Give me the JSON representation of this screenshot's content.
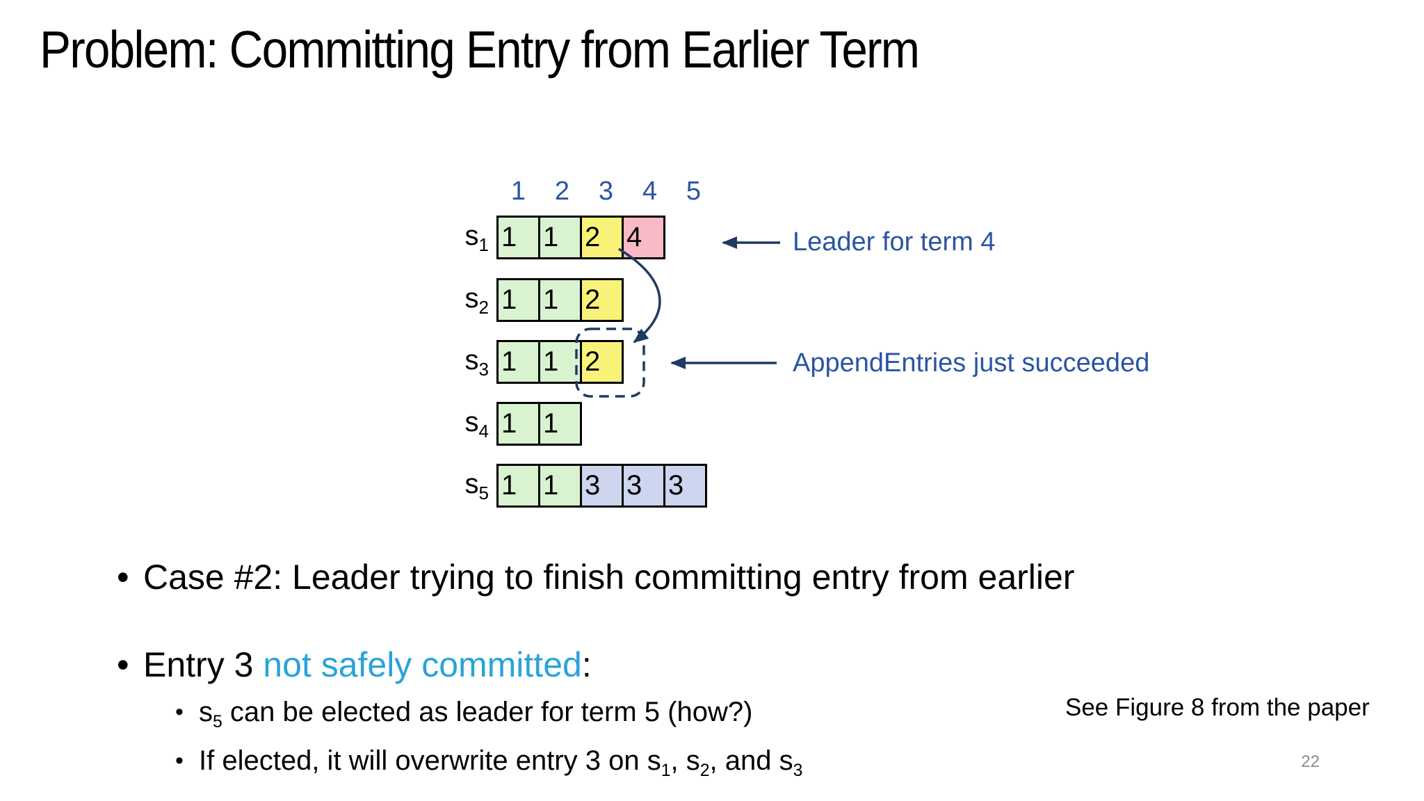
{
  "slide": {
    "title": "Problem: Committing Entry from Earlier Term",
    "page_number": "22",
    "side_note": "See Figure 8 from the paper"
  },
  "theme": {
    "annotation_blue": "#2b54a3",
    "highlight_cyan": "#29a3d9",
    "arrow_navy": "#1f3a63",
    "page_number_gray": "#8c8c8c",
    "cell_border": "#000000",
    "text_black": "#000000",
    "background": "#ffffff"
  },
  "diagram": {
    "log_indices": [
      "1",
      "2",
      "3",
      "4",
      "5"
    ],
    "colors": {
      "green": "#d9f2d0",
      "yellow": "#f8f279",
      "pink": "#f8bac5",
      "blue": "#cdd6ee"
    },
    "servers": [
      {
        "id": "s1",
        "label": "s",
        "sub": "1",
        "cells": [
          {
            "value": "1",
            "color": "green"
          },
          {
            "value": "1",
            "color": "green"
          },
          {
            "value": "2",
            "color": "yellow"
          },
          {
            "value": "4",
            "color": "pink"
          }
        ]
      },
      {
        "id": "s2",
        "label": "s",
        "sub": "2",
        "cells": [
          {
            "value": "1",
            "color": "green"
          },
          {
            "value": "1",
            "color": "green"
          },
          {
            "value": "2",
            "color": "yellow"
          }
        ]
      },
      {
        "id": "s3",
        "label": "s",
        "sub": "3",
        "highlighted_entry": 3,
        "cells": [
          {
            "value": "1",
            "color": "green"
          },
          {
            "value": "1",
            "color": "green"
          },
          {
            "value": "2",
            "color": "yellow"
          }
        ]
      },
      {
        "id": "s4",
        "label": "s",
        "sub": "4",
        "cells": [
          {
            "value": "1",
            "color": "green"
          },
          {
            "value": "1",
            "color": "green"
          }
        ]
      },
      {
        "id": "s5",
        "label": "s",
        "sub": "5",
        "cells": [
          {
            "value": "1",
            "color": "green"
          },
          {
            "value": "1",
            "color": "green"
          },
          {
            "value": "3",
            "color": "blue"
          },
          {
            "value": "3",
            "color": "blue"
          },
          {
            "value": "3",
            "color": "blue"
          }
        ]
      }
    ],
    "annotations": [
      {
        "text": "Leader for term 4"
      },
      {
        "text": "AppendEntries just succeeded"
      }
    ]
  },
  "bullets": {
    "dot": "•",
    "case2": "Case #2: Leader trying to finish committing entry from earlier",
    "entry3_prefix": "Entry 3 ",
    "entry3_highlight": "not safely committed",
    "entry3_suffix": ":",
    "sub1_server": "s",
    "sub1_server_sub": "5",
    "sub1_text": " can be elected as leader for term 5 (how?)",
    "sub2_text_1": "If elected, it will overwrite entry 3 on s",
    "sub2_sub_1": "1",
    "sub2_text_2": ", s",
    "sub2_sub_2": "2",
    "sub2_text_3": ", and s",
    "sub2_sub_3": "3"
  }
}
